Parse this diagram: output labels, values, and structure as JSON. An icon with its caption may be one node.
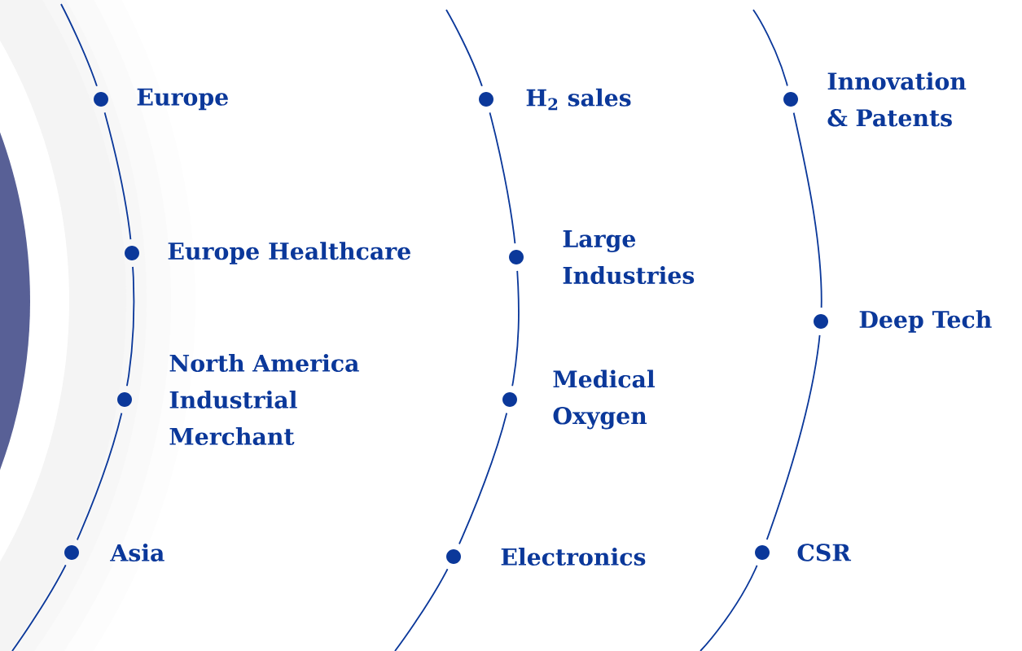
{
  "diagram": {
    "labels": [
      "Europe",
      "Europe Healthcare",
      "North America Industrial Merchant",
      "Asia",
      "H$_{2}$ sales",
      "Large Industries",
      "Medical Oxygen",
      "Electronics",
      "Innovation & Patents",
      "Deep Tech",
      "CSR"
    ]
  }
}
